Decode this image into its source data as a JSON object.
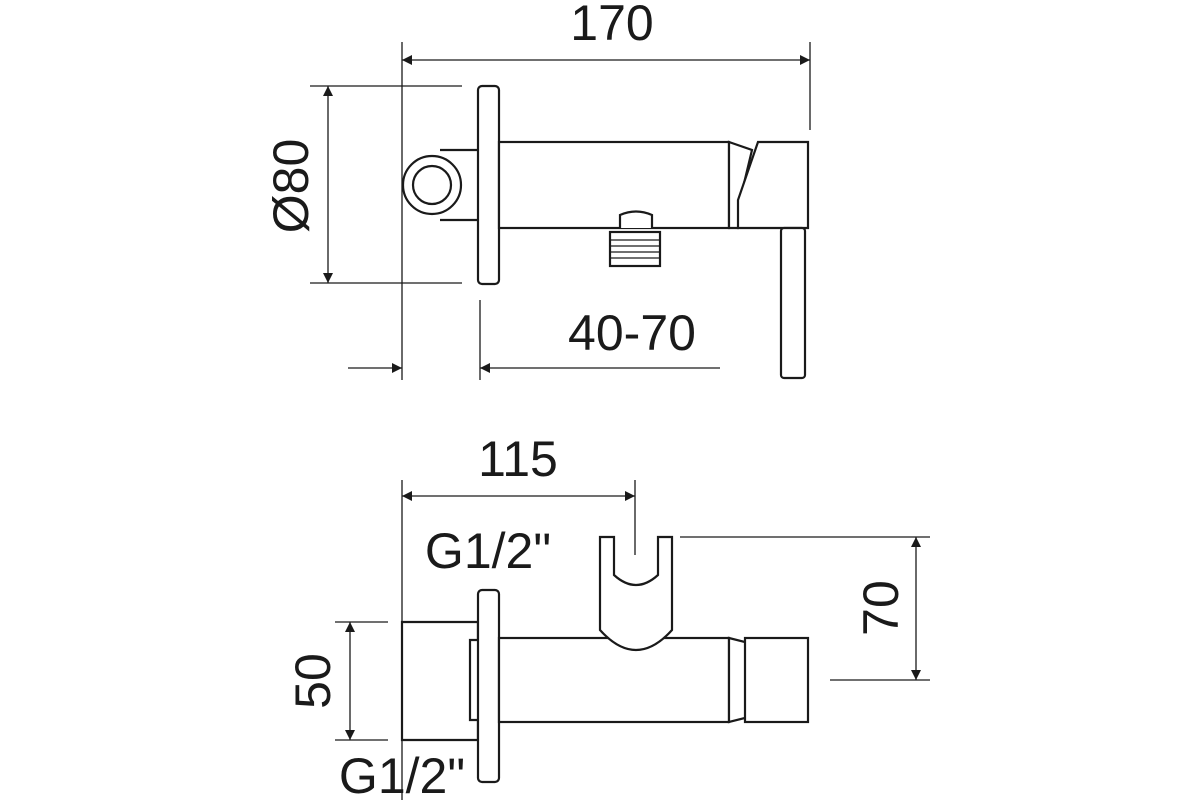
{
  "dimensions": {
    "overall_length": "170",
    "flange_diameter": "Ø80",
    "wall_depth": "40-70",
    "holder_offset": "115",
    "inlet_top": "G1/2\"",
    "height_body": "50",
    "inlet_bottom": "G1/2\"",
    "holder_height": "70"
  }
}
